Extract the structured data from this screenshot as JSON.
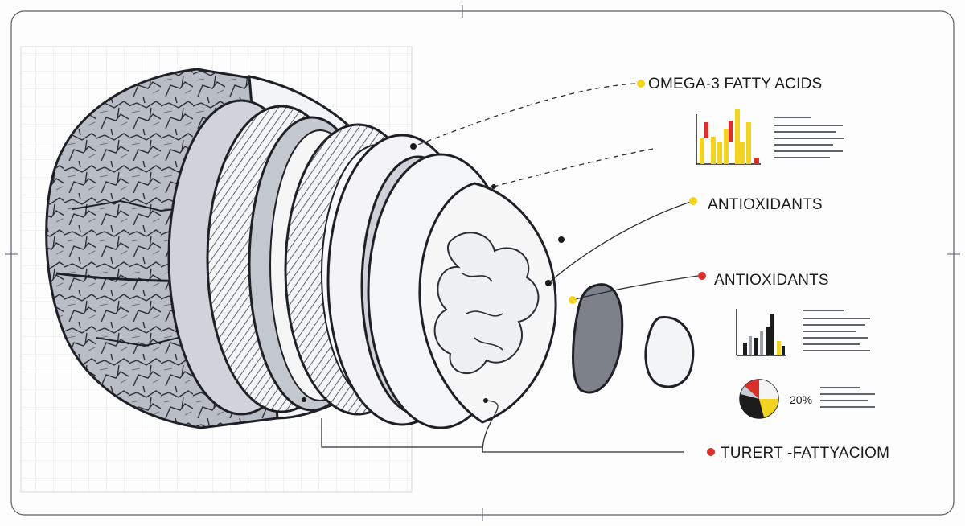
{
  "labels": {
    "omega": "OMEGA-3 FATTY ACIDS",
    "antioxidants_1": "ANTIOXIDANTS",
    "antioxidants_2": "ANTIOXIDANTS",
    "bottom": "TURERT -FATTYACIOM"
  },
  "pie_percent": "20%",
  "colors": {
    "accent_yellow": "#f2d321",
    "accent_red": "#d9302c",
    "ink": "#1c1c1c",
    "shell_gray": "#c9ccd2",
    "grid": "#e3e6ea"
  },
  "icons": [
    "walnut-shell-icon",
    "walnut-kernel-icon"
  ]
}
